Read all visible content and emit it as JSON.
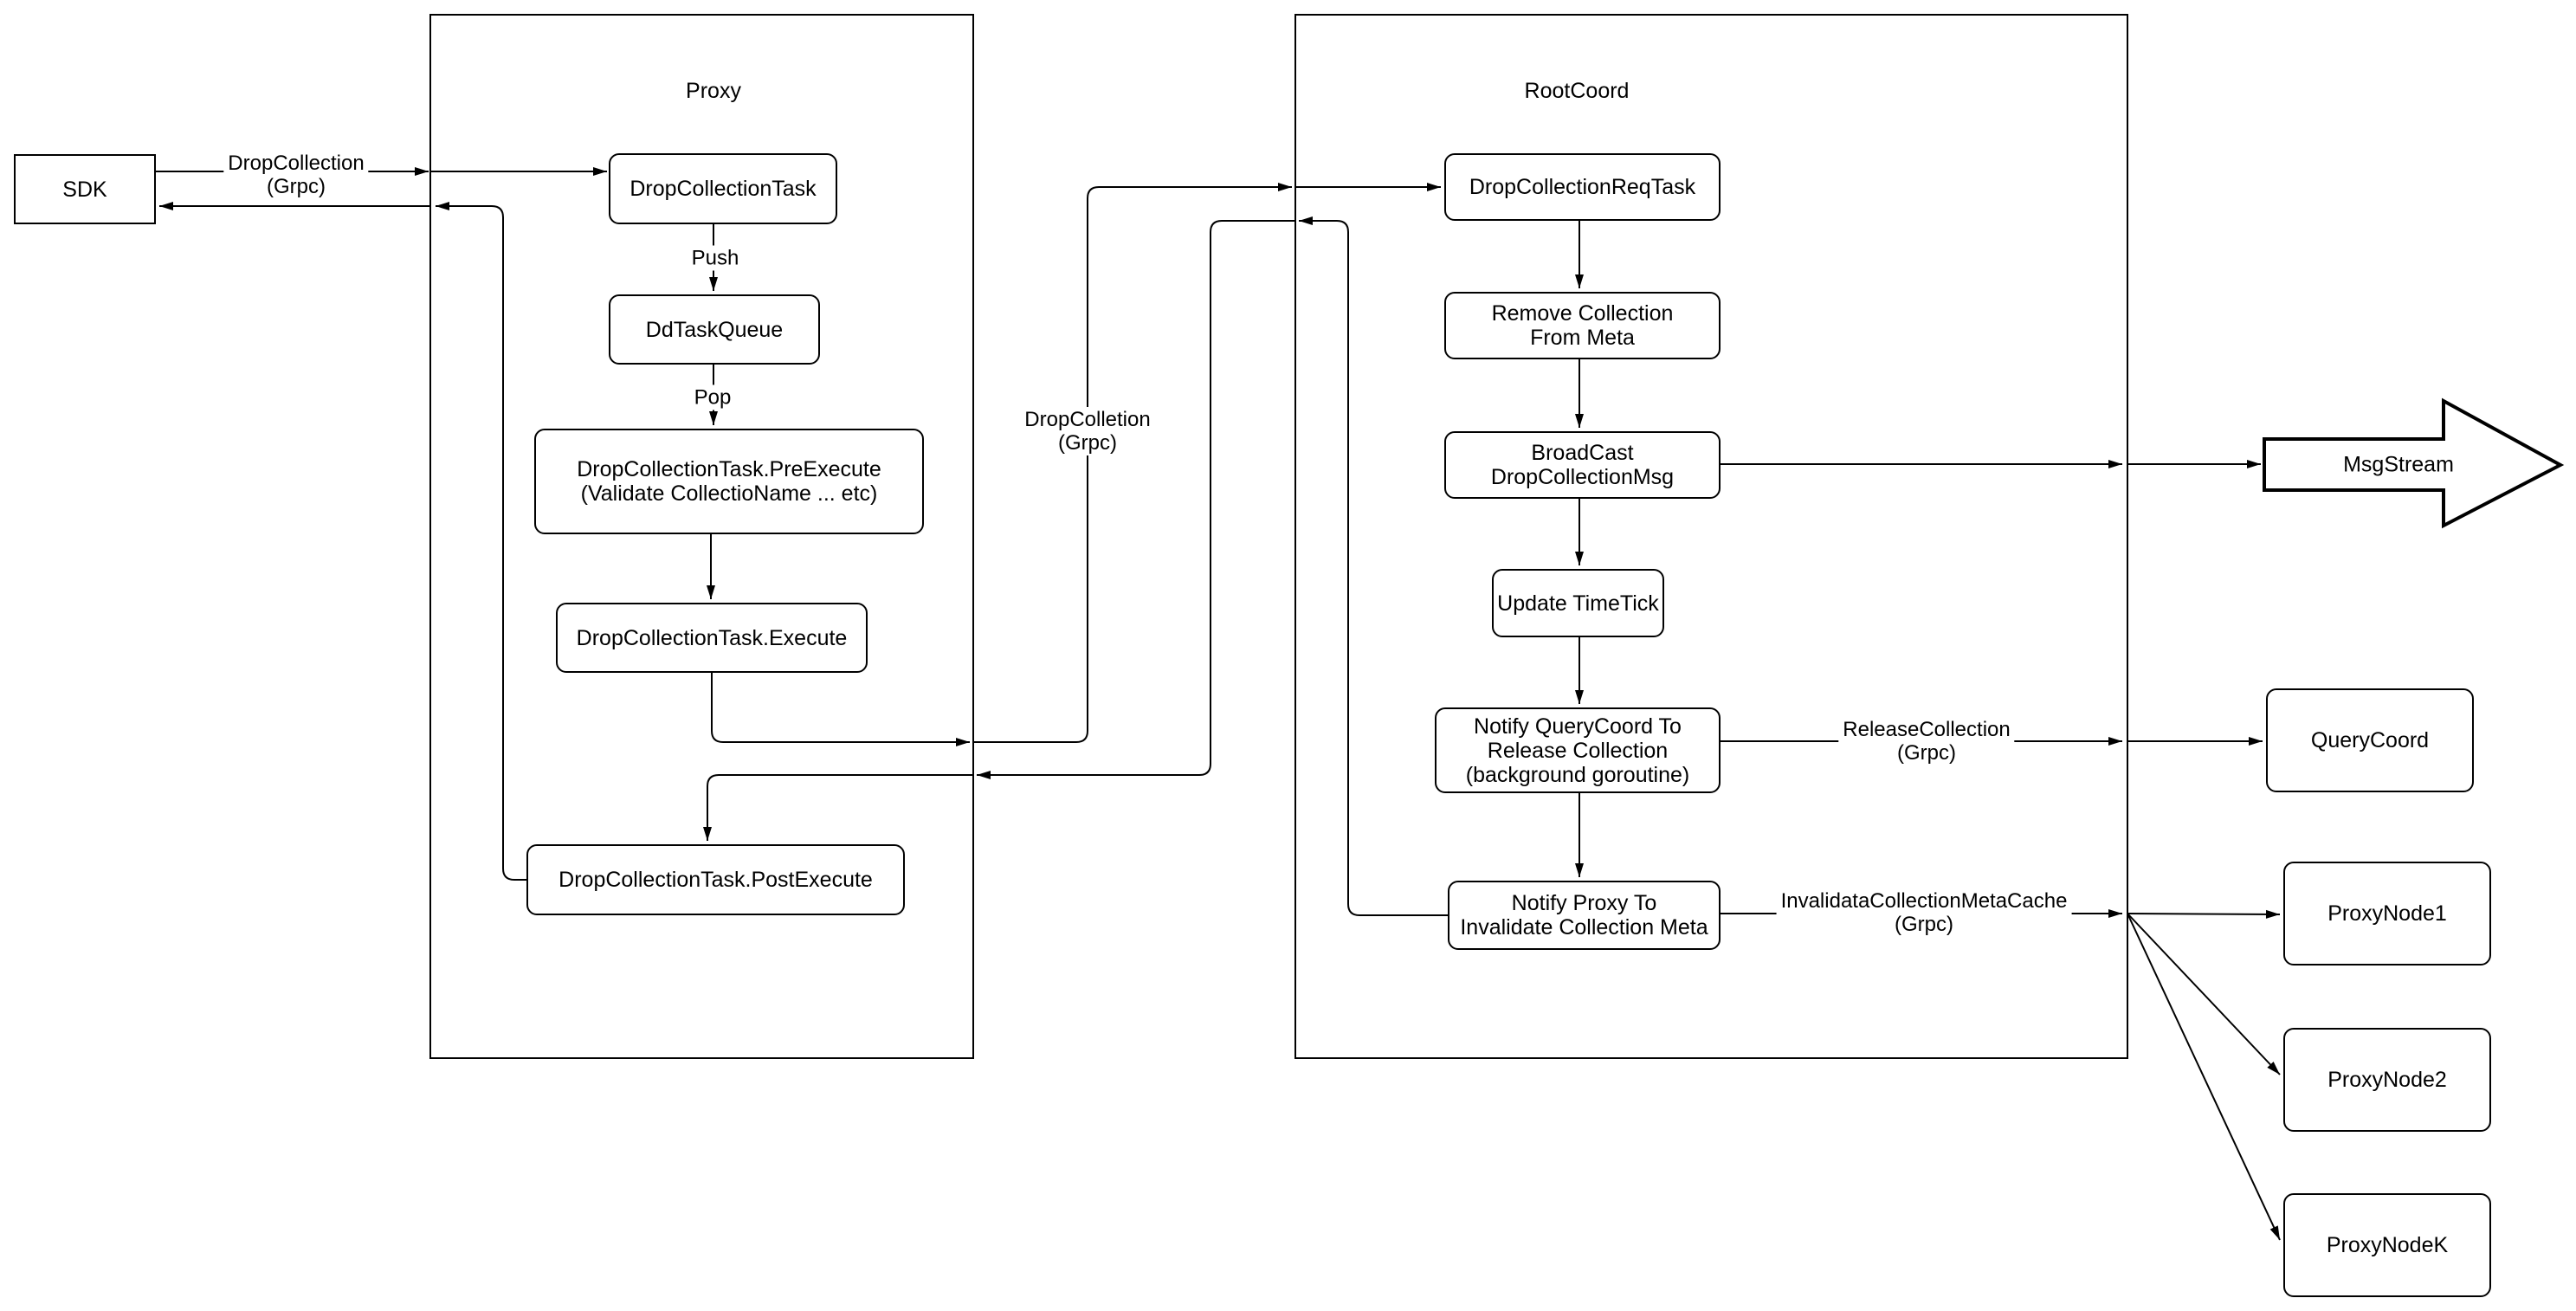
{
  "containers": {
    "proxy": {
      "title": "Proxy"
    },
    "rootcoord": {
      "title": "RootCoord"
    }
  },
  "nodes": {
    "sdk": {
      "label": "SDK"
    },
    "drop_collection_task": {
      "label": "DropCollectionTask"
    },
    "dd_task_queue": {
      "label": "DdTaskQueue"
    },
    "pre_execute": {
      "label": "DropCollectionTask.PreExecute\n(Validate CollectioName ... etc)"
    },
    "execute": {
      "label": "DropCollectionTask.Execute"
    },
    "post_execute": {
      "label": "DropCollectionTask.PostExecute"
    },
    "req_task": {
      "label": "DropCollectionReqTask"
    },
    "remove_meta": {
      "label": "Remove Collection\nFrom Meta"
    },
    "broadcast": {
      "label": "BroadCast\nDropCollectionMsg"
    },
    "update_timetick": {
      "label": "Update TimeTick"
    },
    "notify_querycoord": {
      "label": "Notify QueryCoord To\nRelease Collection\n(background goroutine)"
    },
    "notify_proxy": {
      "label": "Notify Proxy To\nInvalidate Collection Meta"
    },
    "msgstream": {
      "label": "MsgStream"
    },
    "querycoord": {
      "label": "QueryCoord"
    },
    "proxynode1": {
      "label": "ProxyNode1"
    },
    "proxynode2": {
      "label": "ProxyNode2"
    },
    "proxynodek": {
      "label": "ProxyNodeK"
    }
  },
  "edge_labels": {
    "sdk_grpc": "DropCollection\n(Grpc)",
    "push": "Push",
    "pop": "Pop",
    "mid_grpc": "DropColletion\n(Grpc)",
    "release_grpc": "ReleaseCollection\n(Grpc)",
    "invalidate_grpc": "InvalidataCollectionMetaCache\n(Grpc)"
  }
}
